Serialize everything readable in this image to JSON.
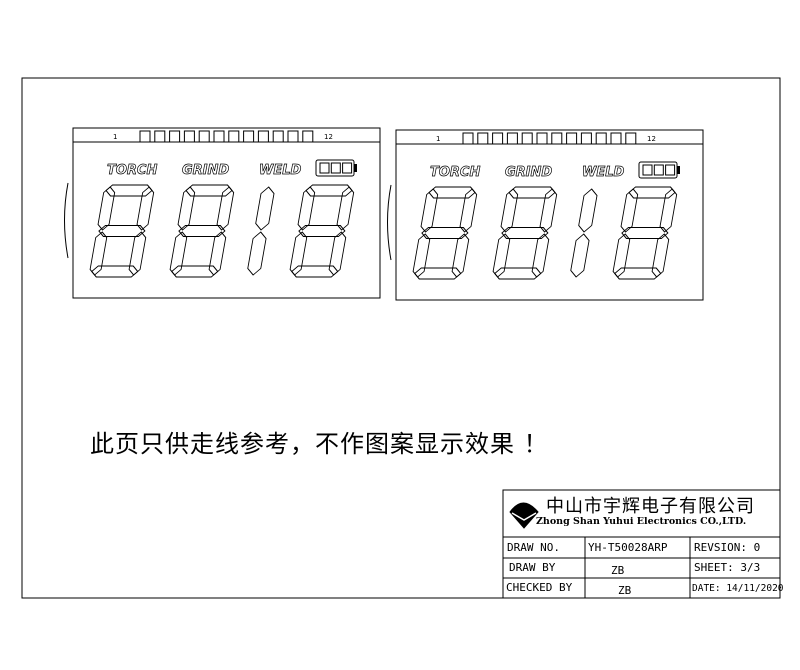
{
  "displays": [
    {
      "bar_start": "1",
      "bar_end": "12",
      "segments_count": 12,
      "labels": [
        "TORCH",
        "GRIND",
        "WELD"
      ],
      "battery_cells": 3,
      "digits": [
        "8",
        "8",
        "1",
        "8"
      ]
    },
    {
      "bar_start": "1",
      "bar_end": "12",
      "segments_count": 12,
      "labels": [
        "TORCH",
        "GRIND",
        "WELD"
      ],
      "battery_cells": 3,
      "digits": [
        "8",
        "8",
        "1",
        "8"
      ]
    }
  ],
  "note": "此页只供走线参考，不作图案显示效果 ！",
  "title_block": {
    "company_cn": "中山市宇辉电子有限公司",
    "company_en": "Zhong Shan Yuhui Electronics CO.,LTD.",
    "draw_no_label": "DRAW NO.",
    "draw_no": "YH-T50028ARP",
    "revision": "REVSION: 0",
    "draw_by_label": "DRAW BY",
    "draw_by": "ZB",
    "sheet": "SHEET: 3/3",
    "checked_by_label": "CHECKED BY",
    "checked_by": "ZB",
    "date": "DATE: 14/11/2020"
  }
}
